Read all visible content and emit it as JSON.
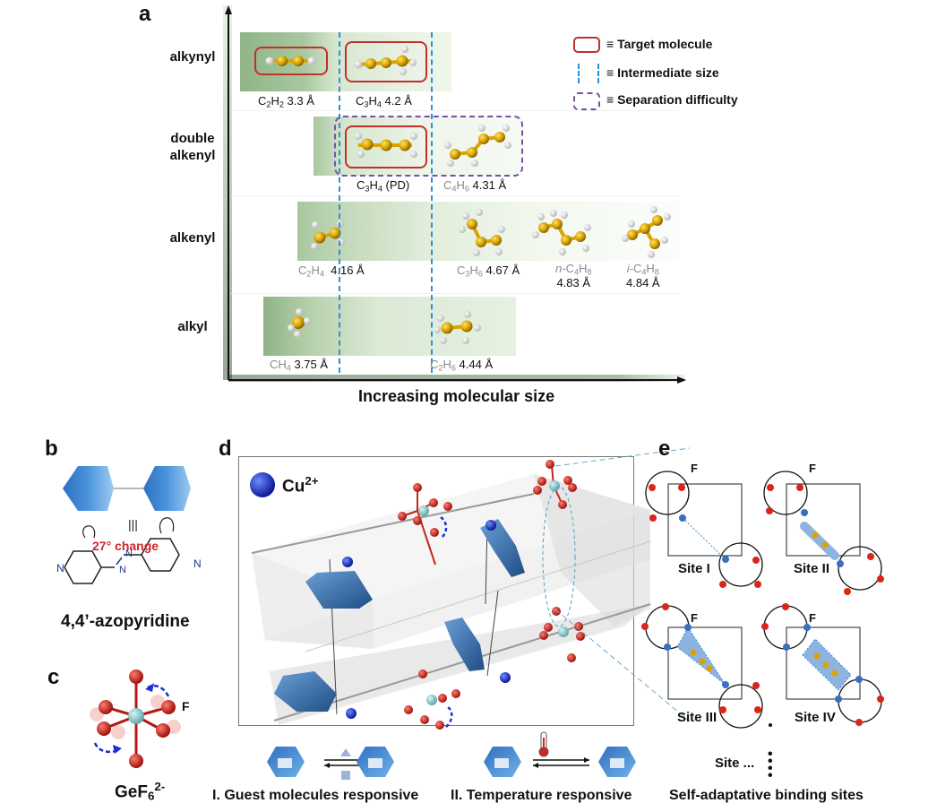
{
  "panels": {
    "a": {
      "letter": "a",
      "x_axis_label": "Increasing  molecular size",
      "rows": [
        {
          "label_line1": "alkynyl",
          "label_line2": ""
        },
        {
          "label_line1": "double",
          "label_line2": "alkenyl"
        },
        {
          "label_line1": "alkenyl",
          "label_line2": ""
        },
        {
          "label_line1": "alkyl",
          "label_line2": ""
        }
      ],
      "molecules": {
        "c2h2": {
          "formula": "C2H2",
          "size": "3.3 Å",
          "target": true
        },
        "c3h4_alkynyl": {
          "formula": "C3H4",
          "size": "4.2 Å",
          "target": true
        },
        "c3h4_pd": {
          "formula": "C3H4",
          "size": "(PD)",
          "target": true
        },
        "c4h6": {
          "formula": "C4H6",
          "size": "4.31 Å"
        },
        "c2h4": {
          "formula": "C2H4",
          "size": "4.16 Å"
        },
        "c3h6": {
          "formula": "C3H6",
          "size": "4.67 Å"
        },
        "n_c4h8": {
          "prefix": "n-",
          "formula": "C4H8",
          "size": "4.83 Å"
        },
        "i_c4h8": {
          "prefix": "i-",
          "formula": "C4H8",
          "size": "4.84 Å"
        },
        "ch4": {
          "formula": "CH4",
          "size": "3.75 Å"
        },
        "c2h6": {
          "formula": "C2H6",
          "size": "4.44 Å"
        }
      },
      "legend": {
        "equiv_symbol": "≡",
        "items": [
          {
            "label": "Target molecule",
            "style": "solid-red-box"
          },
          {
            "label": "Intermediate size",
            "style": "blue-dashed-lines"
          },
          {
            "label": "Separation difficulty",
            "style": "purple-dashed-box"
          }
        ]
      }
    },
    "b": {
      "letter": "b",
      "equiv_symbol": "|||",
      "annotation": "27° change",
      "atom_n": "N",
      "name": "4,4’-azopyridine"
    },
    "c": {
      "letter": "c",
      "atom_label": "F",
      "name_base": "GeF",
      "name_sub": "6",
      "name_sup": "2-"
    },
    "d": {
      "letter": "d",
      "legend_ion_base": "Cu",
      "legend_ion_sup": "2+",
      "response_modes": [
        {
          "label": "I. Guest molecules responsive"
        },
        {
          "label": "II. Temperature responsive"
        }
      ]
    },
    "e": {
      "letter": "e",
      "atom_label": "F",
      "sites": [
        {
          "label": "Site I"
        },
        {
          "label": "Site II"
        },
        {
          "label": "Site III"
        },
        {
          "label": "Site IV"
        }
      ],
      "more_sites": "Site ...",
      "caption": "Self-adaptative binding sites"
    }
  },
  "colors": {
    "target_red": "#c0302f",
    "intermediate_blue": "#2f8fd6",
    "separation_purple": "#7a4fa3",
    "band_green": "#7fa877",
    "carbon_gold": "#d9a400",
    "hydrogen_white": "#f4f4f4",
    "fluorine_red": "#d9261c",
    "germanium_cyan": "#7fcfd0",
    "copper_blue": "#1d2fc8",
    "ligand_blue": "#3f86cf",
    "annotation_red": "#d0262a"
  }
}
